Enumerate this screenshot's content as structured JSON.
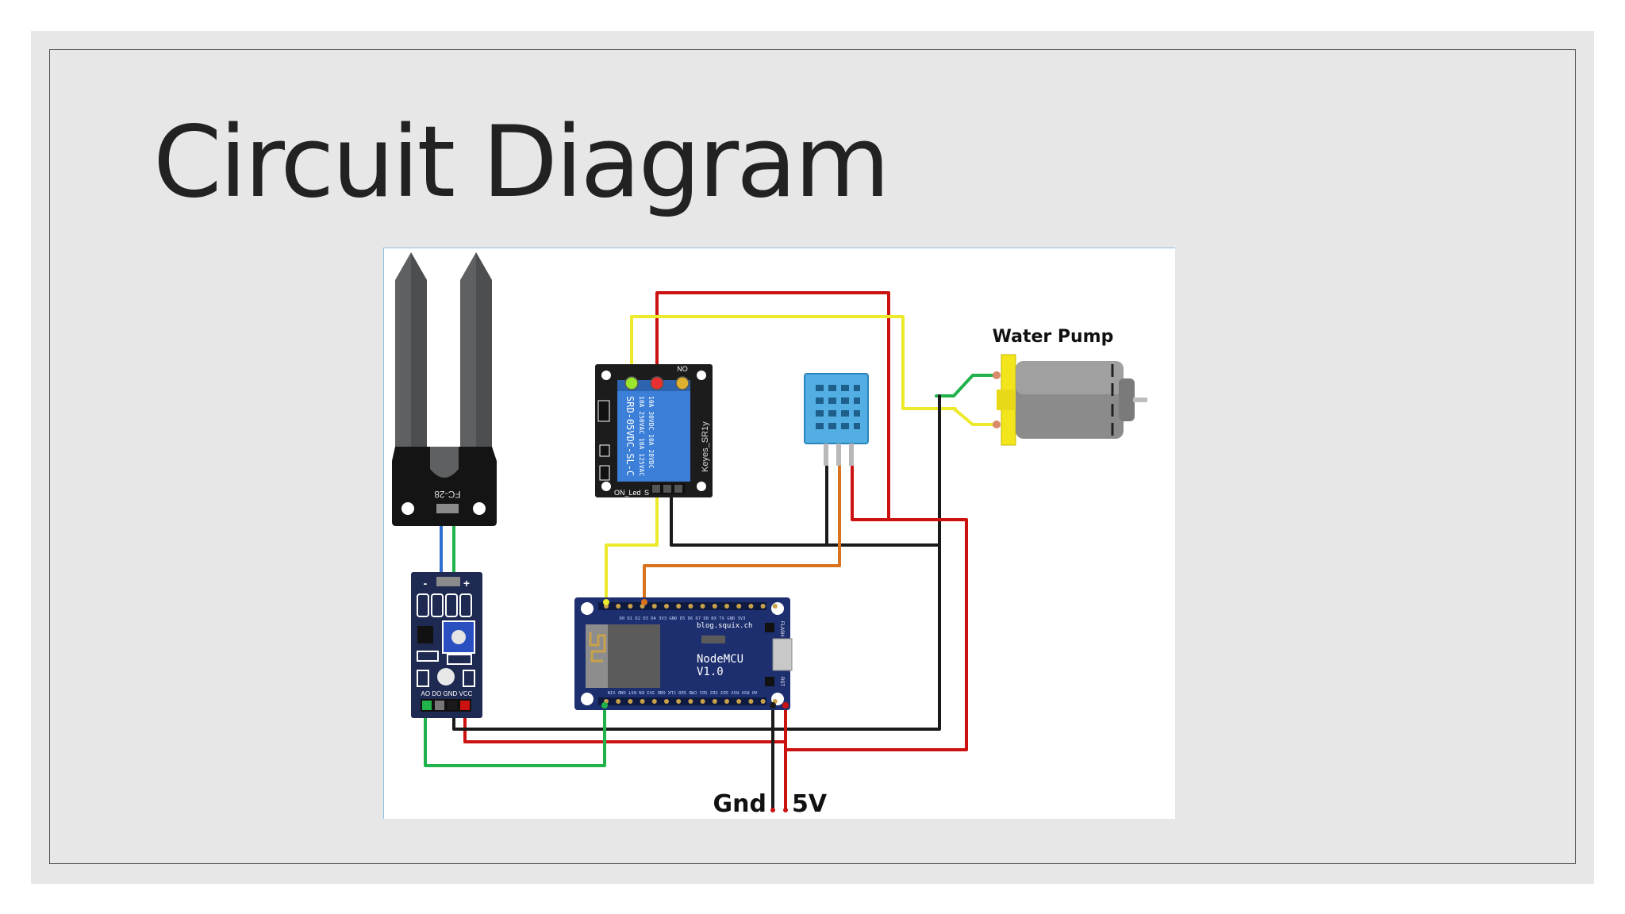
{
  "slide": {
    "title": "Circuit Diagram"
  },
  "diagram": {
    "labels": {
      "water_pump": "Water Pump",
      "gnd": "Gnd",
      "five_v": "5V"
    },
    "probe": {
      "label": "FC-28"
    },
    "relay": {
      "model": "SRD-05VDC-SL-C",
      "brand": "Keyes_SR1y",
      "rating_1": "10A 250VAC  10A 125VAC",
      "rating_2": "10A 30VDC  10A 28VDC",
      "no": "NO",
      "led": "ON_Led",
      "s": "S"
    },
    "nodemcu": {
      "name": "NodeMCU",
      "version": "V1.0",
      "site": "blog.squix.ch",
      "flash": "FLASH",
      "rst": "RST",
      "top_pins": "A0 RSV RSV SD3 SD2 SD1 CMD SD0 CLK GND 3V3 EN RST GND VIN",
      "bottom_pins": "D0 D1 D2 D3 D4 3V3 GND D5 D6 D7 D8 RX TX GND 3V3"
    },
    "sensor_module": {
      "minus": "-",
      "plus": "+",
      "pins": "AO DO GND VCC"
    },
    "colors": {
      "wire_red": "#cc1111",
      "wire_black": "#1a1a1a",
      "wire_yellow": "#ecea2a",
      "wire_green": "#22b24c",
      "wire_blue": "#2f6fd0",
      "wire_orange": "#d9731e",
      "board_blue": "#1d2f6e",
      "relay_blue": "#3b7fd9",
      "dht_blue": "#52aee3"
    }
  }
}
